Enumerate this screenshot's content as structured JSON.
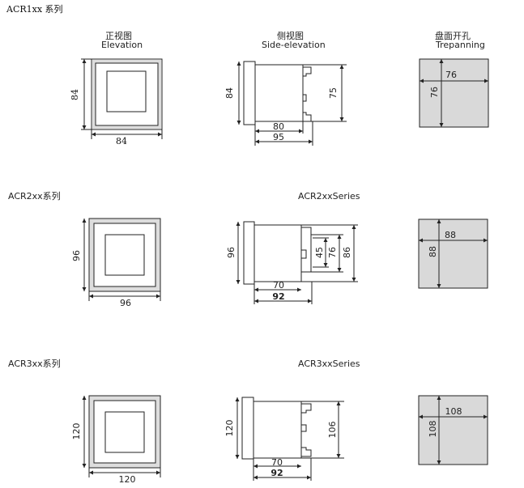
{
  "series_titles": [
    "ACR1xx 系列",
    "ACR2xx系列",
    "ACR3xx系列"
  ],
  "series_en": [
    "ACR2xxSeries",
    "ACR3xxSeries"
  ],
  "headers": {
    "front_cn": "正视图",
    "front_en": "Elevation",
    "side_cn": "侧视图",
    "side_en": "Side-elevation",
    "cut_cn": "盘面开孔",
    "cut_en": "Trepanning"
  },
  "rows": [
    {
      "front_h": "84",
      "front_w": "84",
      "side_h": "84",
      "side_inner": "75",
      "side_d1": "80",
      "side_d2": "95",
      "cut_w": "76",
      "cut_h": "76"
    },
    {
      "front_h": "96",
      "front_w": "96",
      "side_h": "96",
      "side_a": "45",
      "side_b": "76",
      "side_c": "86",
      "side_d1": "70",
      "side_d2": "92",
      "cut_w": "88",
      "cut_h": "88"
    },
    {
      "front_h": "120",
      "front_w": "120",
      "side_h": "120",
      "side_inner": "106",
      "side_d1": "70",
      "side_d2": "92",
      "cut_w": "108",
      "cut_h": "108"
    }
  ]
}
